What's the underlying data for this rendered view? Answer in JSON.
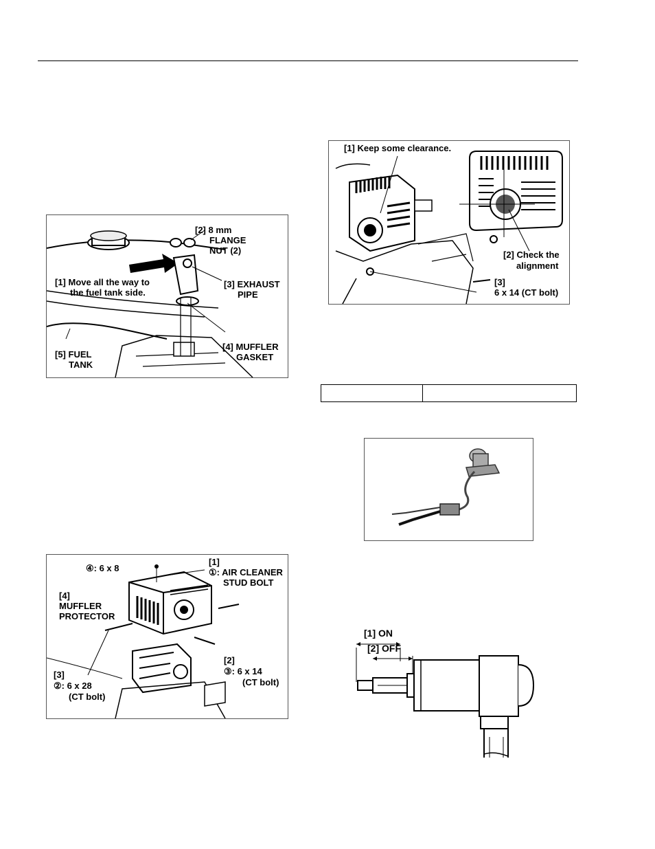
{
  "figures": {
    "exhaust_pipe": {
      "labels": {
        "l2a": "[2] 8 mm",
        "l2b": "FLANGE",
        "l2c": "NUT (2)",
        "l1a": "[1] Move all the way to",
        "l1b": "the fuel tank side.",
        "l3a": "[3] EXHAUST",
        "l3b": "PIPE",
        "l4a": "[4] MUFFLER",
        "l4b": "GASKET",
        "l5a": "[5] FUEL",
        "l5b": "TANK"
      }
    },
    "muffler_protector": {
      "labels": {
        "l4top": "④: 6 x 8",
        "l1a": "[1]",
        "l1b": "①: AIR CLEANER",
        "l1c": "STUD BOLT",
        "l4a": "[4]",
        "l4b": "MUFFLER",
        "l4c": "PROTECTOR",
        "l2a": "[2]",
        "l2b": "③: 6 x 14",
        "l2c": "(CT bolt)",
        "l3a": "[3]",
        "l3b": "②: 6 x 28",
        "l3c": "(CT bolt)"
      }
    },
    "clearance": {
      "labels": {
        "l1": "[1] Keep some clearance.",
        "l2a": "[2] Check the",
        "l2b": "alignment",
        "l3a": "[3]",
        "l3b": "6 x 14 (CT bolt)"
      }
    },
    "solenoid": {
      "labels": {
        "on": "[1] ON",
        "off": "[2] OFF"
      }
    }
  },
  "spec_table": {
    "col1": "",
    "col2": ""
  }
}
